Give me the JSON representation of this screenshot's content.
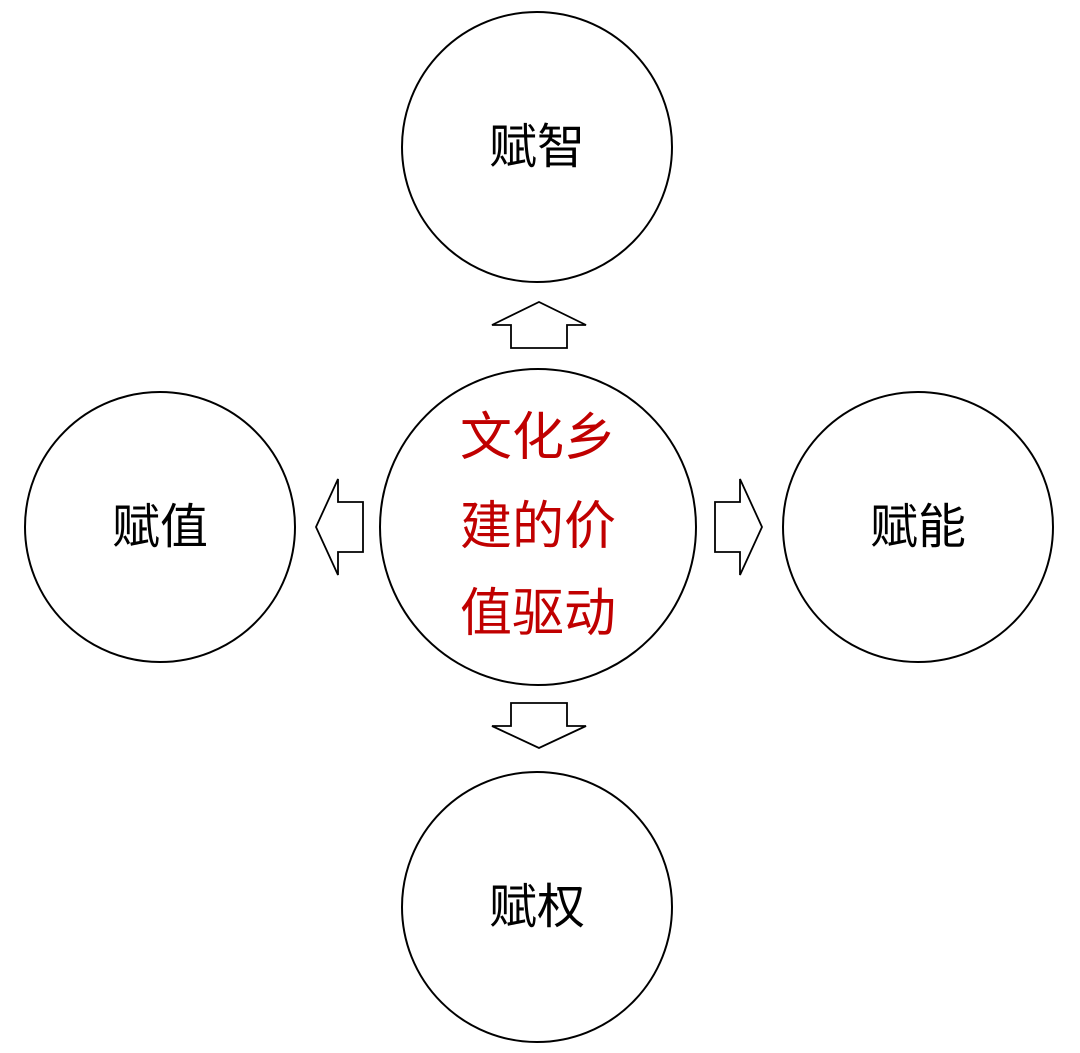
{
  "diagram": {
    "center": {
      "lines": [
        "文化乡",
        "建的价",
        "值驱动"
      ],
      "color": "#c00000"
    },
    "nodes": {
      "top": "赋智",
      "left": "赋值",
      "right": "赋能",
      "bottom": "赋权"
    },
    "text_color": "#000000"
  }
}
